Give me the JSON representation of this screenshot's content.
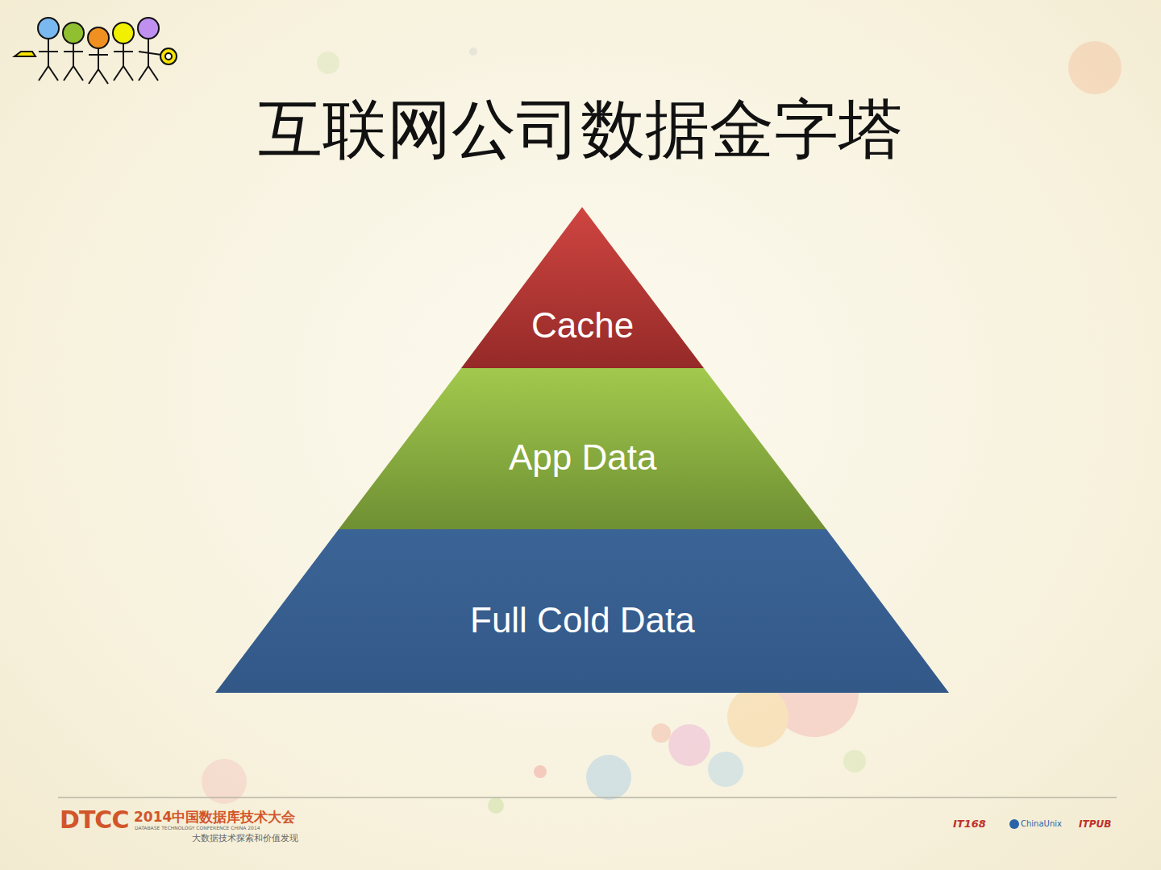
{
  "diagram": {
    "title": "互联网公司数据金字塔",
    "nodes": [
      {
        "text": [
          "Cache"
        ]
      },
      {
        "text": [
          "App Data"
        ]
      },
      {
        "text": [
          "Full Cold Data"
        ]
      }
    ],
    "labels": [
      "DTCC",
      "2014中国数据库技术大会",
      "DATABASE TECHNOLOGY CONFERENCE CHINA 2014",
      "大数据技术探索和价值发现",
      "IT168",
      "ChinaUnix",
      "ITPUB"
    ]
  }
}
